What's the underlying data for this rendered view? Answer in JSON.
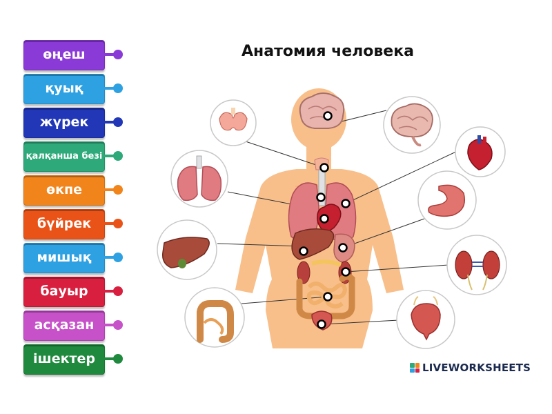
{
  "title": "Анатомия человека",
  "labels": [
    {
      "text": "өңеш",
      "color": "#8a3ad6",
      "knob": "#8a3ad6"
    },
    {
      "text": "қуық",
      "color": "#2ea1e3",
      "knob": "#2ea1e3"
    },
    {
      "text": "жүрек",
      "color": "#2137b8",
      "knob": "#2137b8"
    },
    {
      "text": "қалқанша безі",
      "color": "#2ea97a",
      "knob": "#2ea97a",
      "small": true
    },
    {
      "text": "өкпе",
      "color": "#f2841c",
      "knob": "#f2841c"
    },
    {
      "text": "бүйрек",
      "color": "#ea5318",
      "knob": "#ea5318"
    },
    {
      "text": "мишық",
      "color": "#2ea1e3",
      "knob": "#2ea1e3"
    },
    {
      "text": "бауыр",
      "color": "#d81f3f",
      "knob": "#d81f3f"
    },
    {
      "text": "асқазан",
      "color": "#c651c9",
      "knob": "#c651c9"
    },
    {
      "text": "ішектер",
      "color": "#1f8a3e",
      "knob": "#1f8a3e"
    }
  ],
  "organ_circles": [
    {
      "name": "thyroid"
    },
    {
      "name": "brain"
    },
    {
      "name": "lungs"
    },
    {
      "name": "heart"
    },
    {
      "name": "stomach"
    },
    {
      "name": "liver"
    },
    {
      "name": "kidneys"
    },
    {
      "name": "intestines"
    },
    {
      "name": "bladder"
    }
  ],
  "logo": {
    "text": "LIVEWORKSHEETS",
    "colors": [
      "#2ea97a",
      "#f2841c",
      "#2ea1e3",
      "#d81f3f"
    ]
  }
}
